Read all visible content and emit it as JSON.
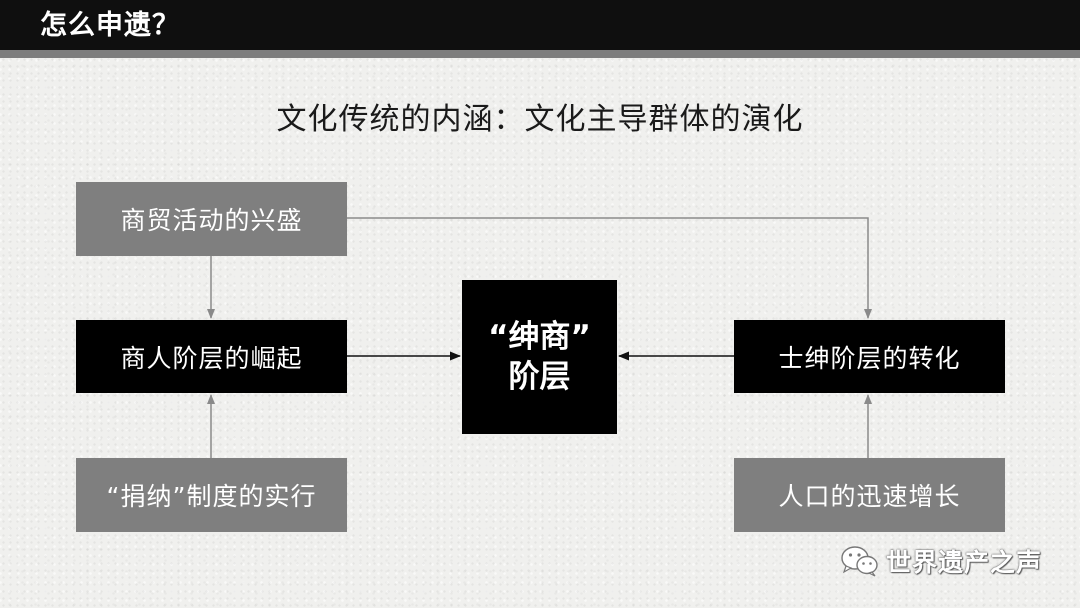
{
  "header": {
    "title": "怎么申遗？"
  },
  "diagram": {
    "title": "文化传统的内涵：文化主导群体的演化",
    "center": {
      "line1": "“绅商”",
      "line2": "阶层"
    },
    "nodes": {
      "trade": "商贸活动的兴盛",
      "merchant": "商人阶层的崛起",
      "juanna": "“捐纳”制度的实行",
      "gentry": "士绅阶层的转化",
      "population": "人口的迅速增长"
    }
  },
  "watermark": {
    "text": "世界遗产之声",
    "icon": "wechat-icon"
  },
  "colors": {
    "gray_box": "#7f7f7f",
    "black_box": "#000000",
    "arrow": "#808080"
  }
}
